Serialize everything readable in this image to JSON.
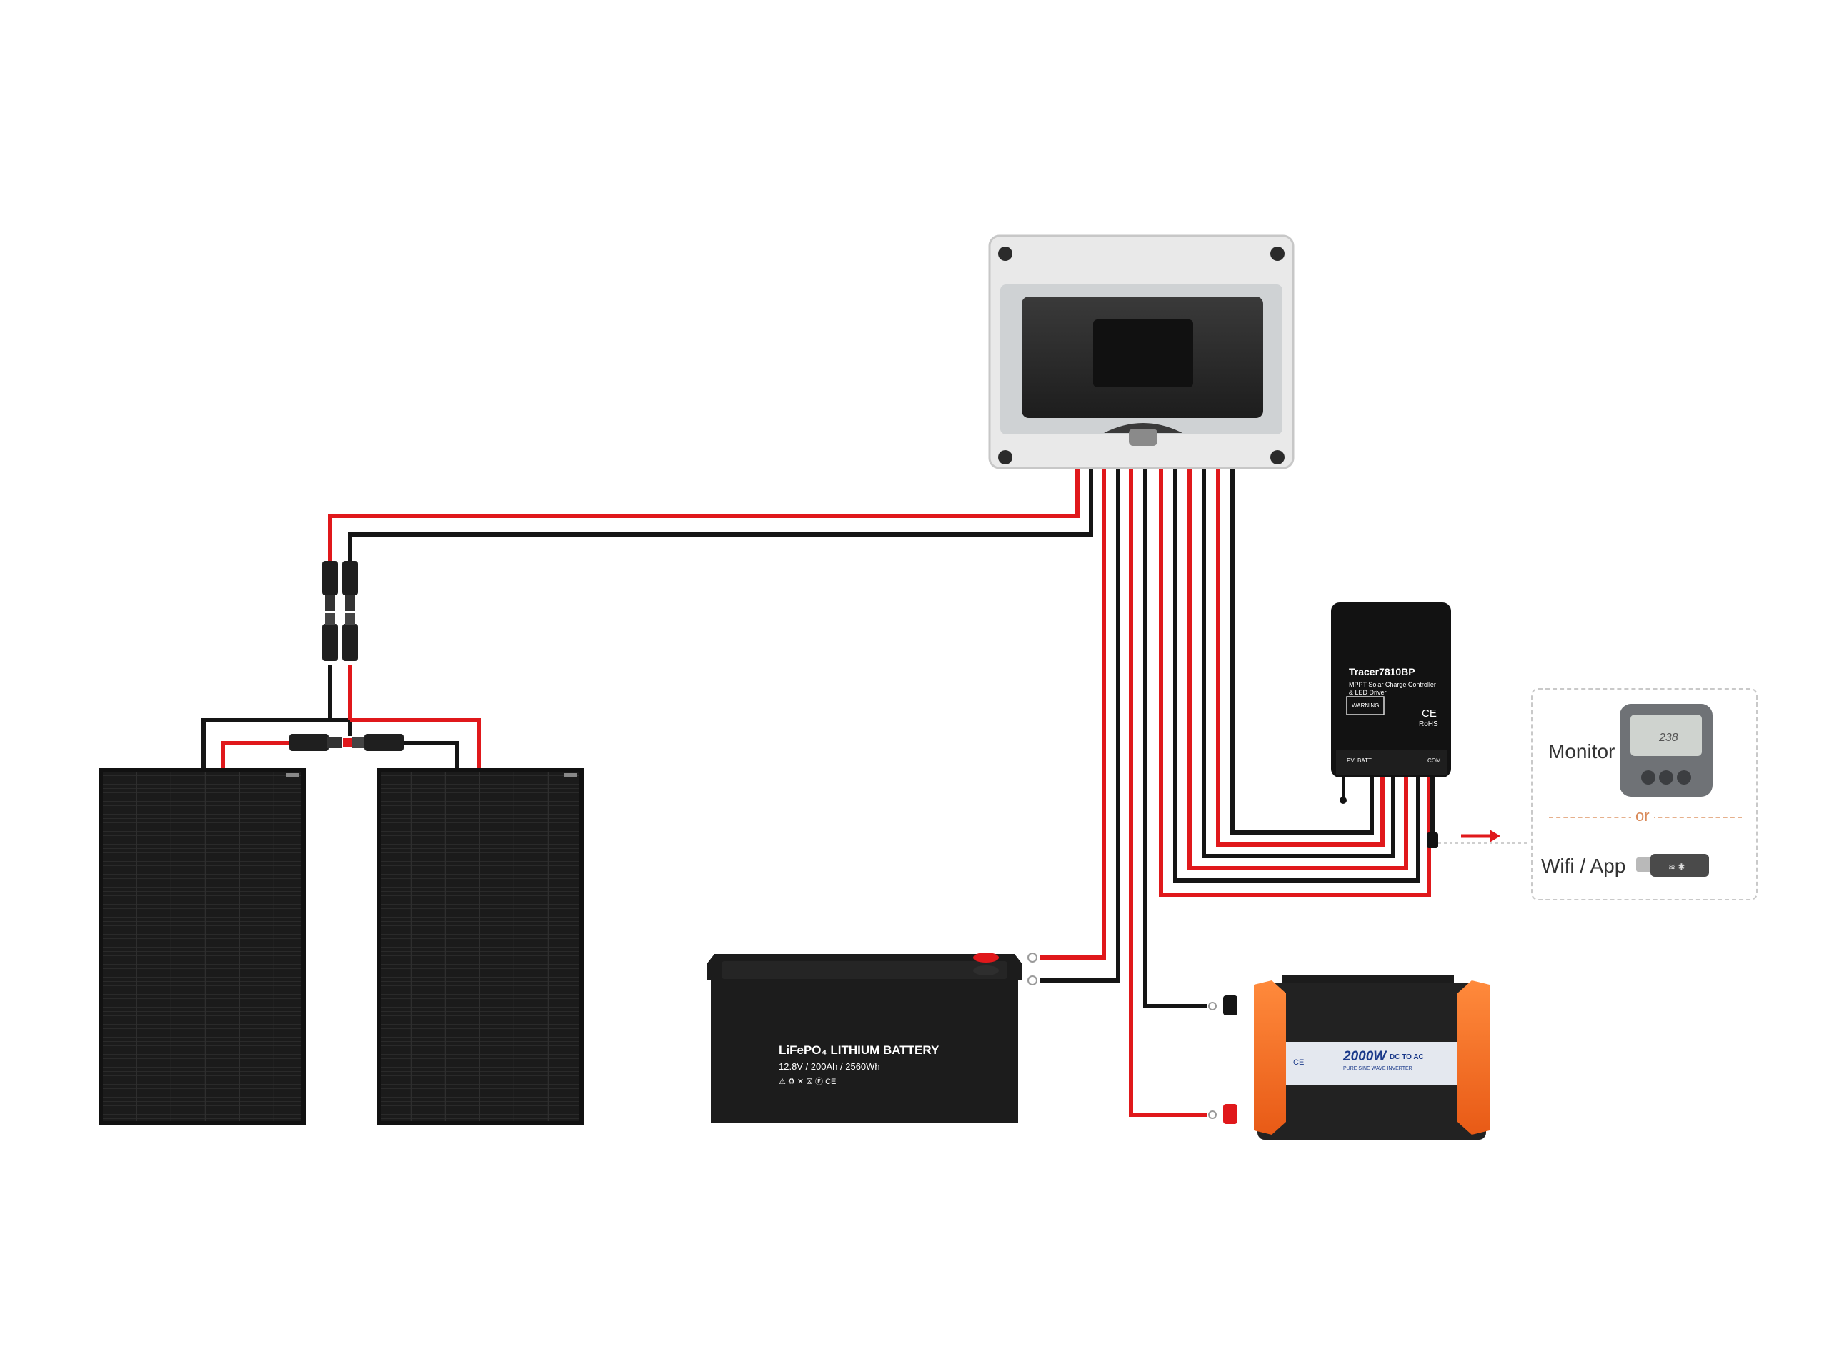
{
  "colors": {
    "positive": "#e0181b",
    "negative": "#151515",
    "inverter_orange": "#f26a23",
    "arrow": "#e0181b"
  },
  "controller": {
    "model": "Tracer7810BP",
    "subtitle_1": "MPPT Solar Charge Controller",
    "subtitle_2": "& LED Driver",
    "warning": "WARNING",
    "ce_mark": "CE",
    "rohs": "RoHS",
    "port_pv": "PV",
    "port_batt": "BATT",
    "port_com": "COM"
  },
  "battery": {
    "title": "LiFePO₄ LITHIUM BATTERY",
    "specs": "12.8V / 200Ah / 2560Wh",
    "icons": "⚠ ♻ ✕ ☒ Ⓔ CE"
  },
  "inverter": {
    "rating": "2000W",
    "type": "DC TO AC",
    "subtitle": "PURE SINE WAVE INVERTER",
    "ce_mark": "CE"
  },
  "monitoring": {
    "monitor_label": "Monitor",
    "or_label": "or",
    "wifi_label": "Wifi / App",
    "display_value": "238"
  },
  "icons": [
    "solar-panel-icon",
    "mc4-connector-icon",
    "distribution-box-icon",
    "charge-controller-icon",
    "battery-icon",
    "inverter-icon",
    "remote-meter-icon",
    "wifi-dongle-icon",
    "arrow-right-icon"
  ]
}
